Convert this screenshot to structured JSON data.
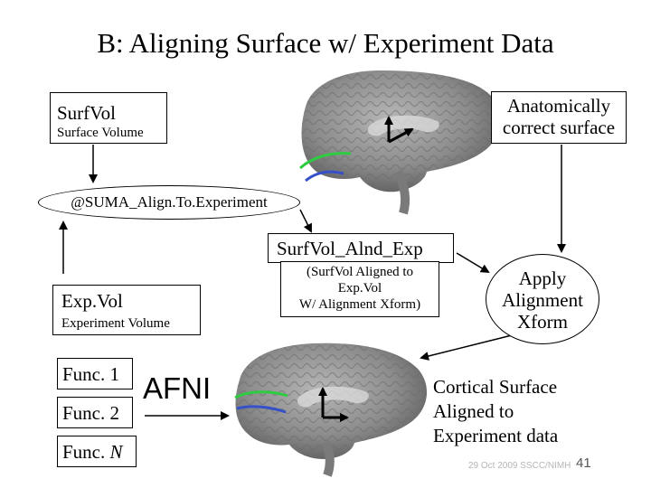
{
  "title": "B: Aligning Surface w/ Experiment Data",
  "surfvol": {
    "label": "SurfVol",
    "sublabel": "Surface Volume"
  },
  "anatomical": {
    "line1": "Anatomically",
    "line2": "correct surface"
  },
  "suma_align": {
    "label": "@SUMA_Align.To.Experiment"
  },
  "surfvol_alnd": {
    "label": "SurfVol_Alnd_Exp",
    "line1": "(SurfVol Aligned to",
    "line2": "Exp.Vol",
    "line3": "W/ Alignment Xform)"
  },
  "expvol": {
    "label": "Exp.Vol",
    "sublabel": "Experiment Volume"
  },
  "apply": {
    "line1": "Apply",
    "line2": "Alignment",
    "line3": "Xform"
  },
  "funcs": {
    "func1": "Func. 1",
    "func2": "Func. 2",
    "funcN_prefix": "Func.",
    "funcN_var": "N"
  },
  "afni": "AFNI",
  "cortical": {
    "line1": "Cortical Surface",
    "line2": "Aligned to",
    "line3": "Experiment data"
  },
  "footer": {
    "credit": "29 Oct 2009 SSCC/NIMH",
    "page_number": "41"
  },
  "colors": {
    "brain_gray": "#8a8a8a",
    "overlay_green": "#2ecc40",
    "overlay_blue": "#3550c8"
  },
  "icons": [
    "brain-image-top",
    "brain-image-bottom",
    "axis-arrow-icon"
  ]
}
